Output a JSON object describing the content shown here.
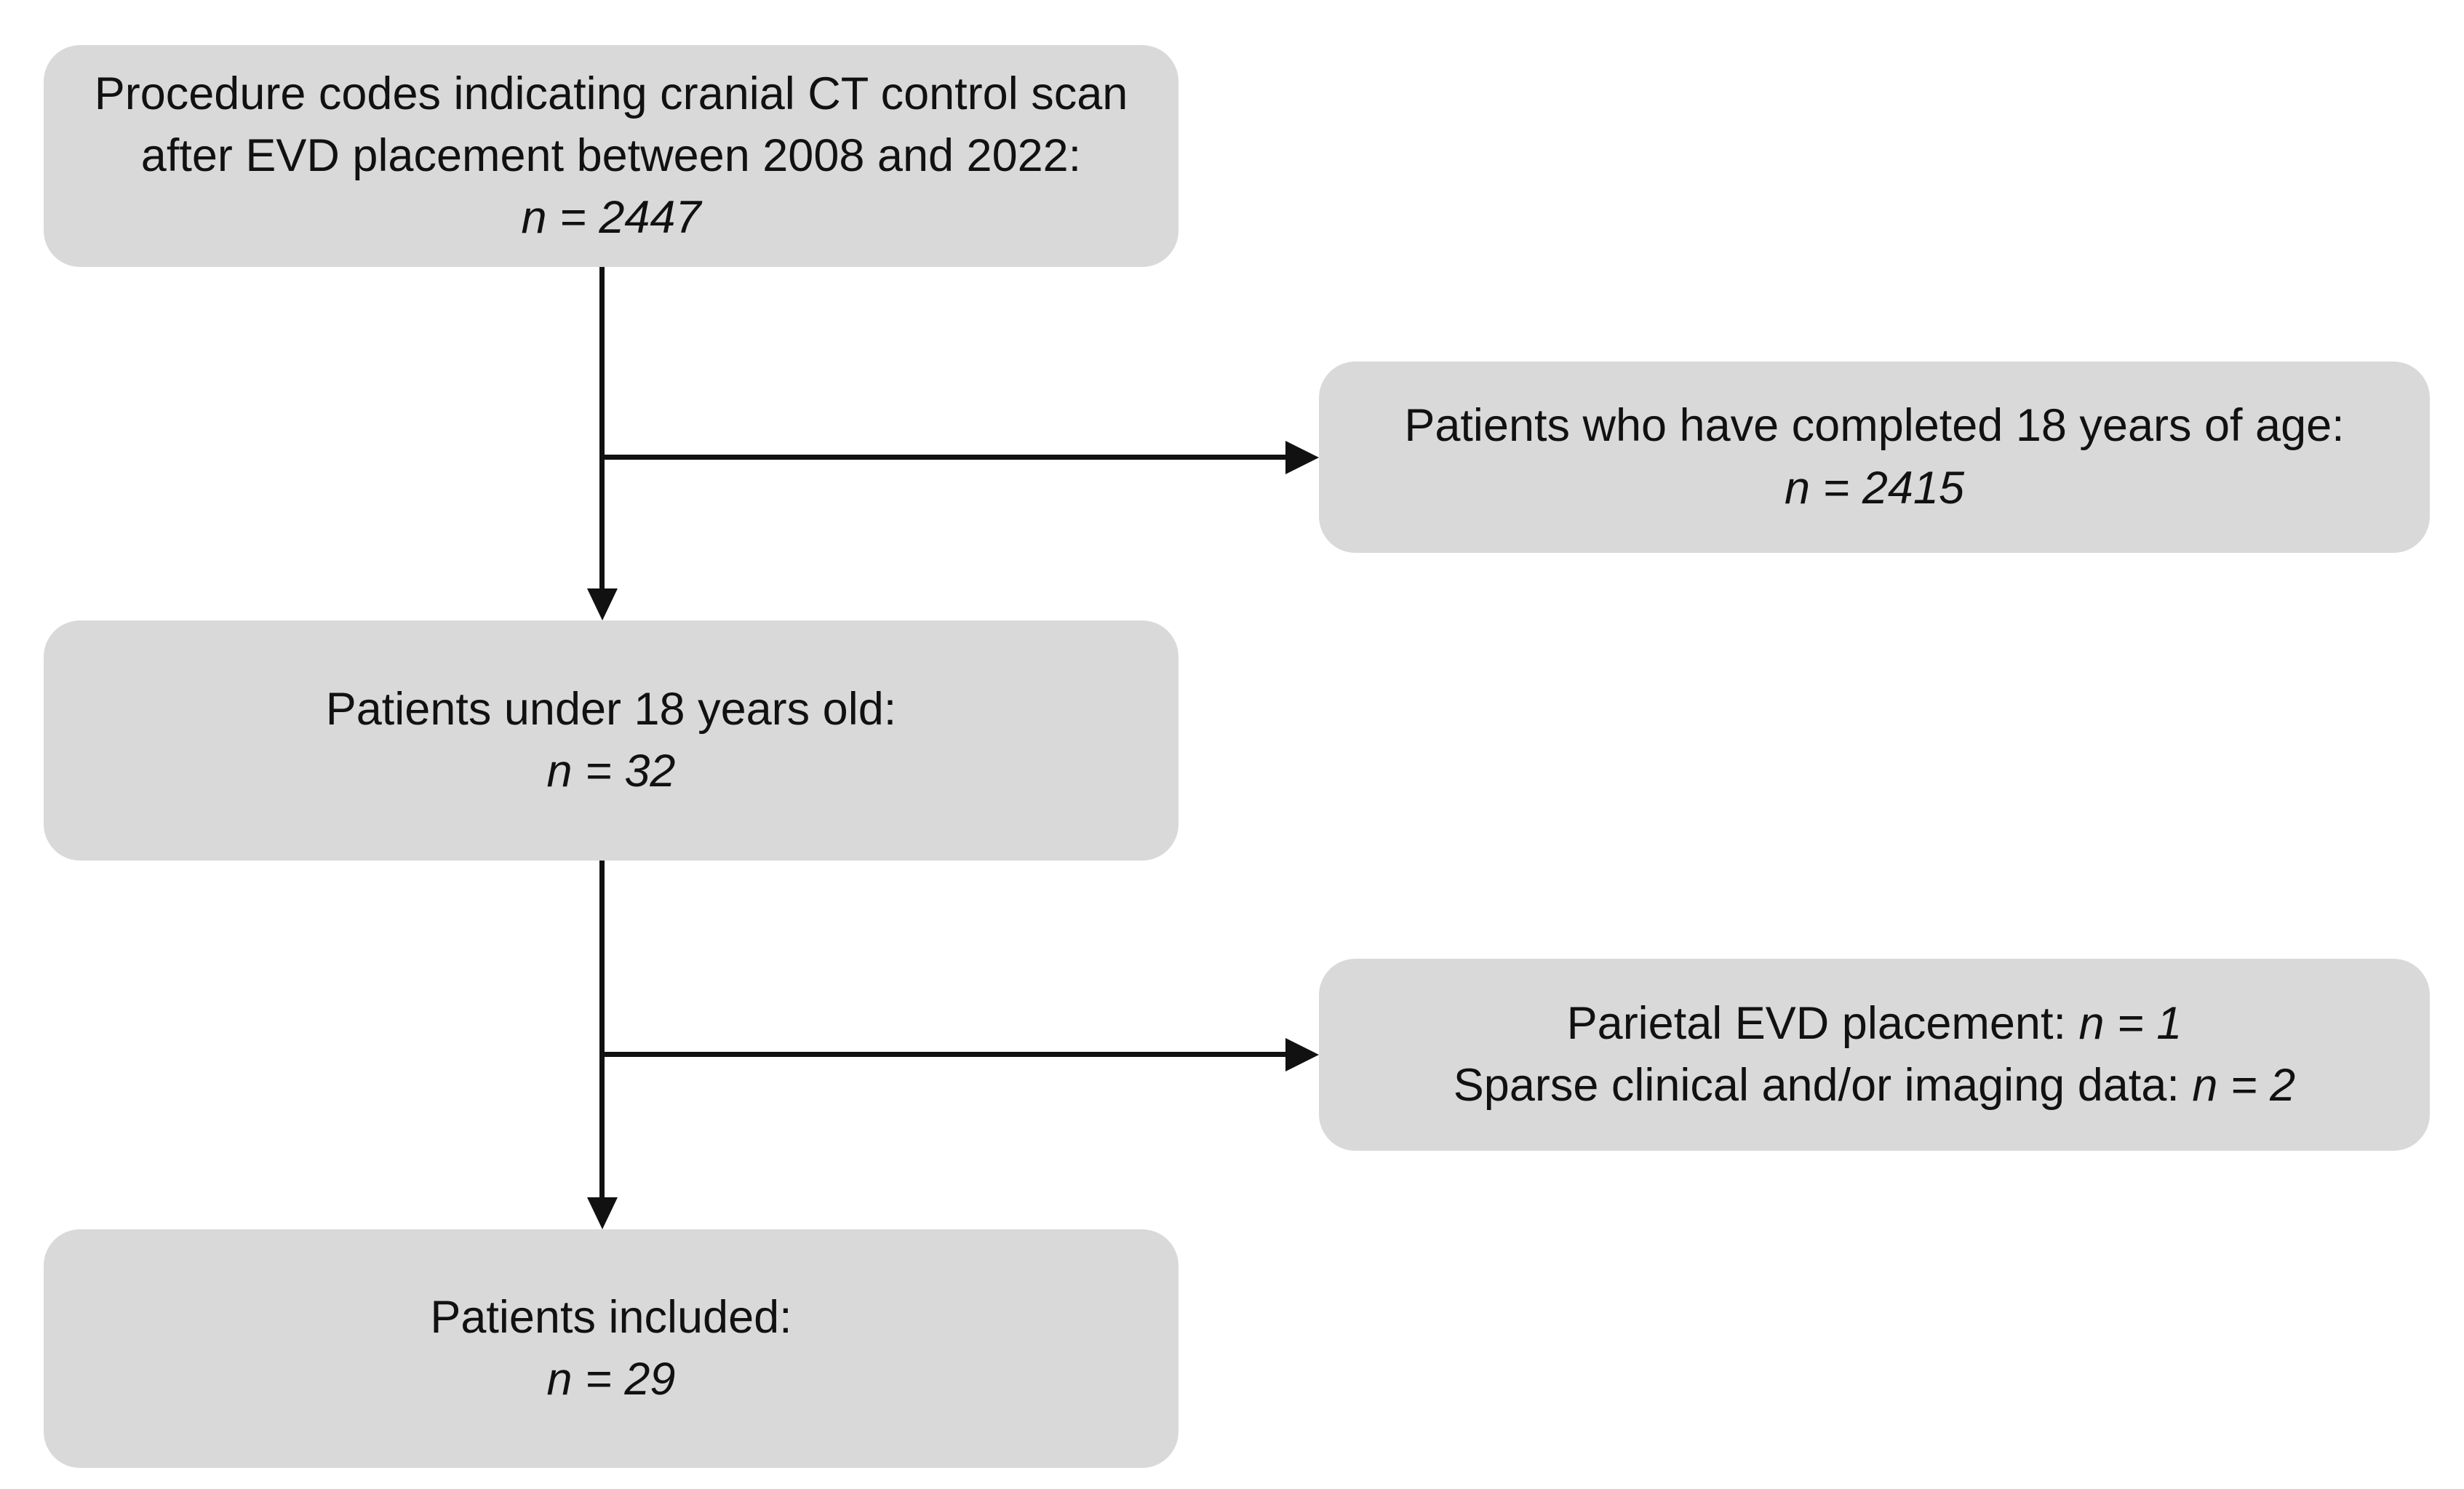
{
  "colors": {
    "box_fill": "#d9d9d9",
    "text": "#111111",
    "arrow": "#111111",
    "background": "#ffffff"
  },
  "boxes": {
    "procedure_codes": {
      "line1": "Procedure codes indicating cranial CT control scan",
      "line2": "after EVD placement between 2008 and 2022:",
      "n": "n = 2447"
    },
    "adults_excluded": {
      "line1": "Patients who have completed 18 years of age:",
      "n": "n = 2415"
    },
    "under_18": {
      "line1": "Patients under 18 years old:",
      "n": "n = 32"
    },
    "other_exclusions": {
      "line1_label": "Parietal EVD placement: ",
      "line1_n": "n = 1",
      "line2_label": "Sparse clinical and/or imaging data: ",
      "line2_n": "n = 2"
    },
    "included": {
      "line1": "Patients included:",
      "n": "n = 29"
    }
  }
}
